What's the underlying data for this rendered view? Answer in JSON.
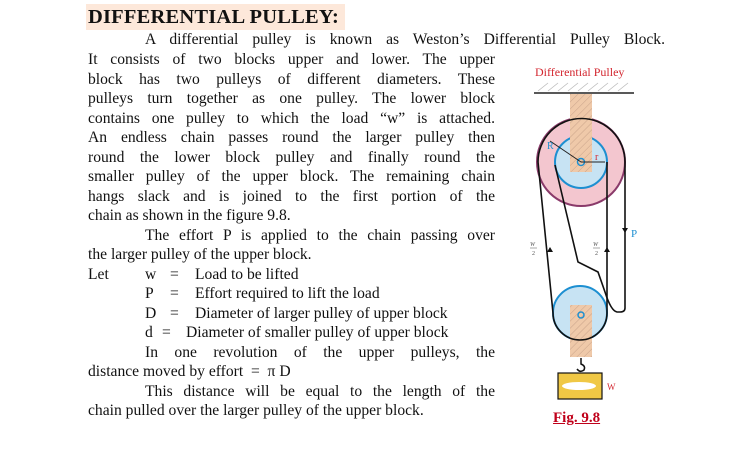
{
  "heading": "DIFFERENTIAL PULLEY:",
  "lines": [
    "A differential pulley is known as Weston’s Differential Pulley Block.",
    "It consists of two blocks upper and lower. The upper",
    "block has two pulleys of different diameters. These",
    "pulleys turn together as one pulley. The lower block",
    "contains one pulley to which the load “w” is attached.",
    "An endless chain passes round the larger pulley then",
    "round the lower block pulley and finally round the",
    "smaller pulley of the upper block. The remaining chain",
    "hangs slack and is joined to the first portion of the",
    "chain as shown in the figure 9.8.",
    "The effort P is applied to the chain passing over",
    "the larger pulley of the upper block.",
    "In one revolution of the upper pulleys, the",
    "distance moved by effort  =  π D",
    "This distance will be equal to the length of the",
    "chain pulled over the larger pulley of the upper block."
  ],
  "defs": {
    "let": "Let",
    "items": [
      {
        "sym": "w",
        "eq": "=",
        "text": "Load to be lifted"
      },
      {
        "sym": "P",
        "eq": "=",
        "text": "Effort required to lift the load"
      },
      {
        "sym": "D",
        "eq": "=",
        "text": "Diameter of larger pulley of upper block"
      },
      {
        "sym": "d",
        "eq": "=",
        "text": "Diameter of smaller pulley of upper block"
      }
    ]
  },
  "figure": {
    "title": "Differential Pulley",
    "caption": "Fig. 9.8",
    "labels": {
      "R": "R",
      "r": "r",
      "P": "P",
      "w_half": "W",
      "two": "2",
      "W": "W"
    },
    "colors": {
      "outer": "#f3c6cf",
      "rim": "#8a3a6a",
      "inner": "#c7e3f3",
      "blue": "#1d8fd1",
      "block": "#efc9a9",
      "red": "#d3262f"
    }
  }
}
